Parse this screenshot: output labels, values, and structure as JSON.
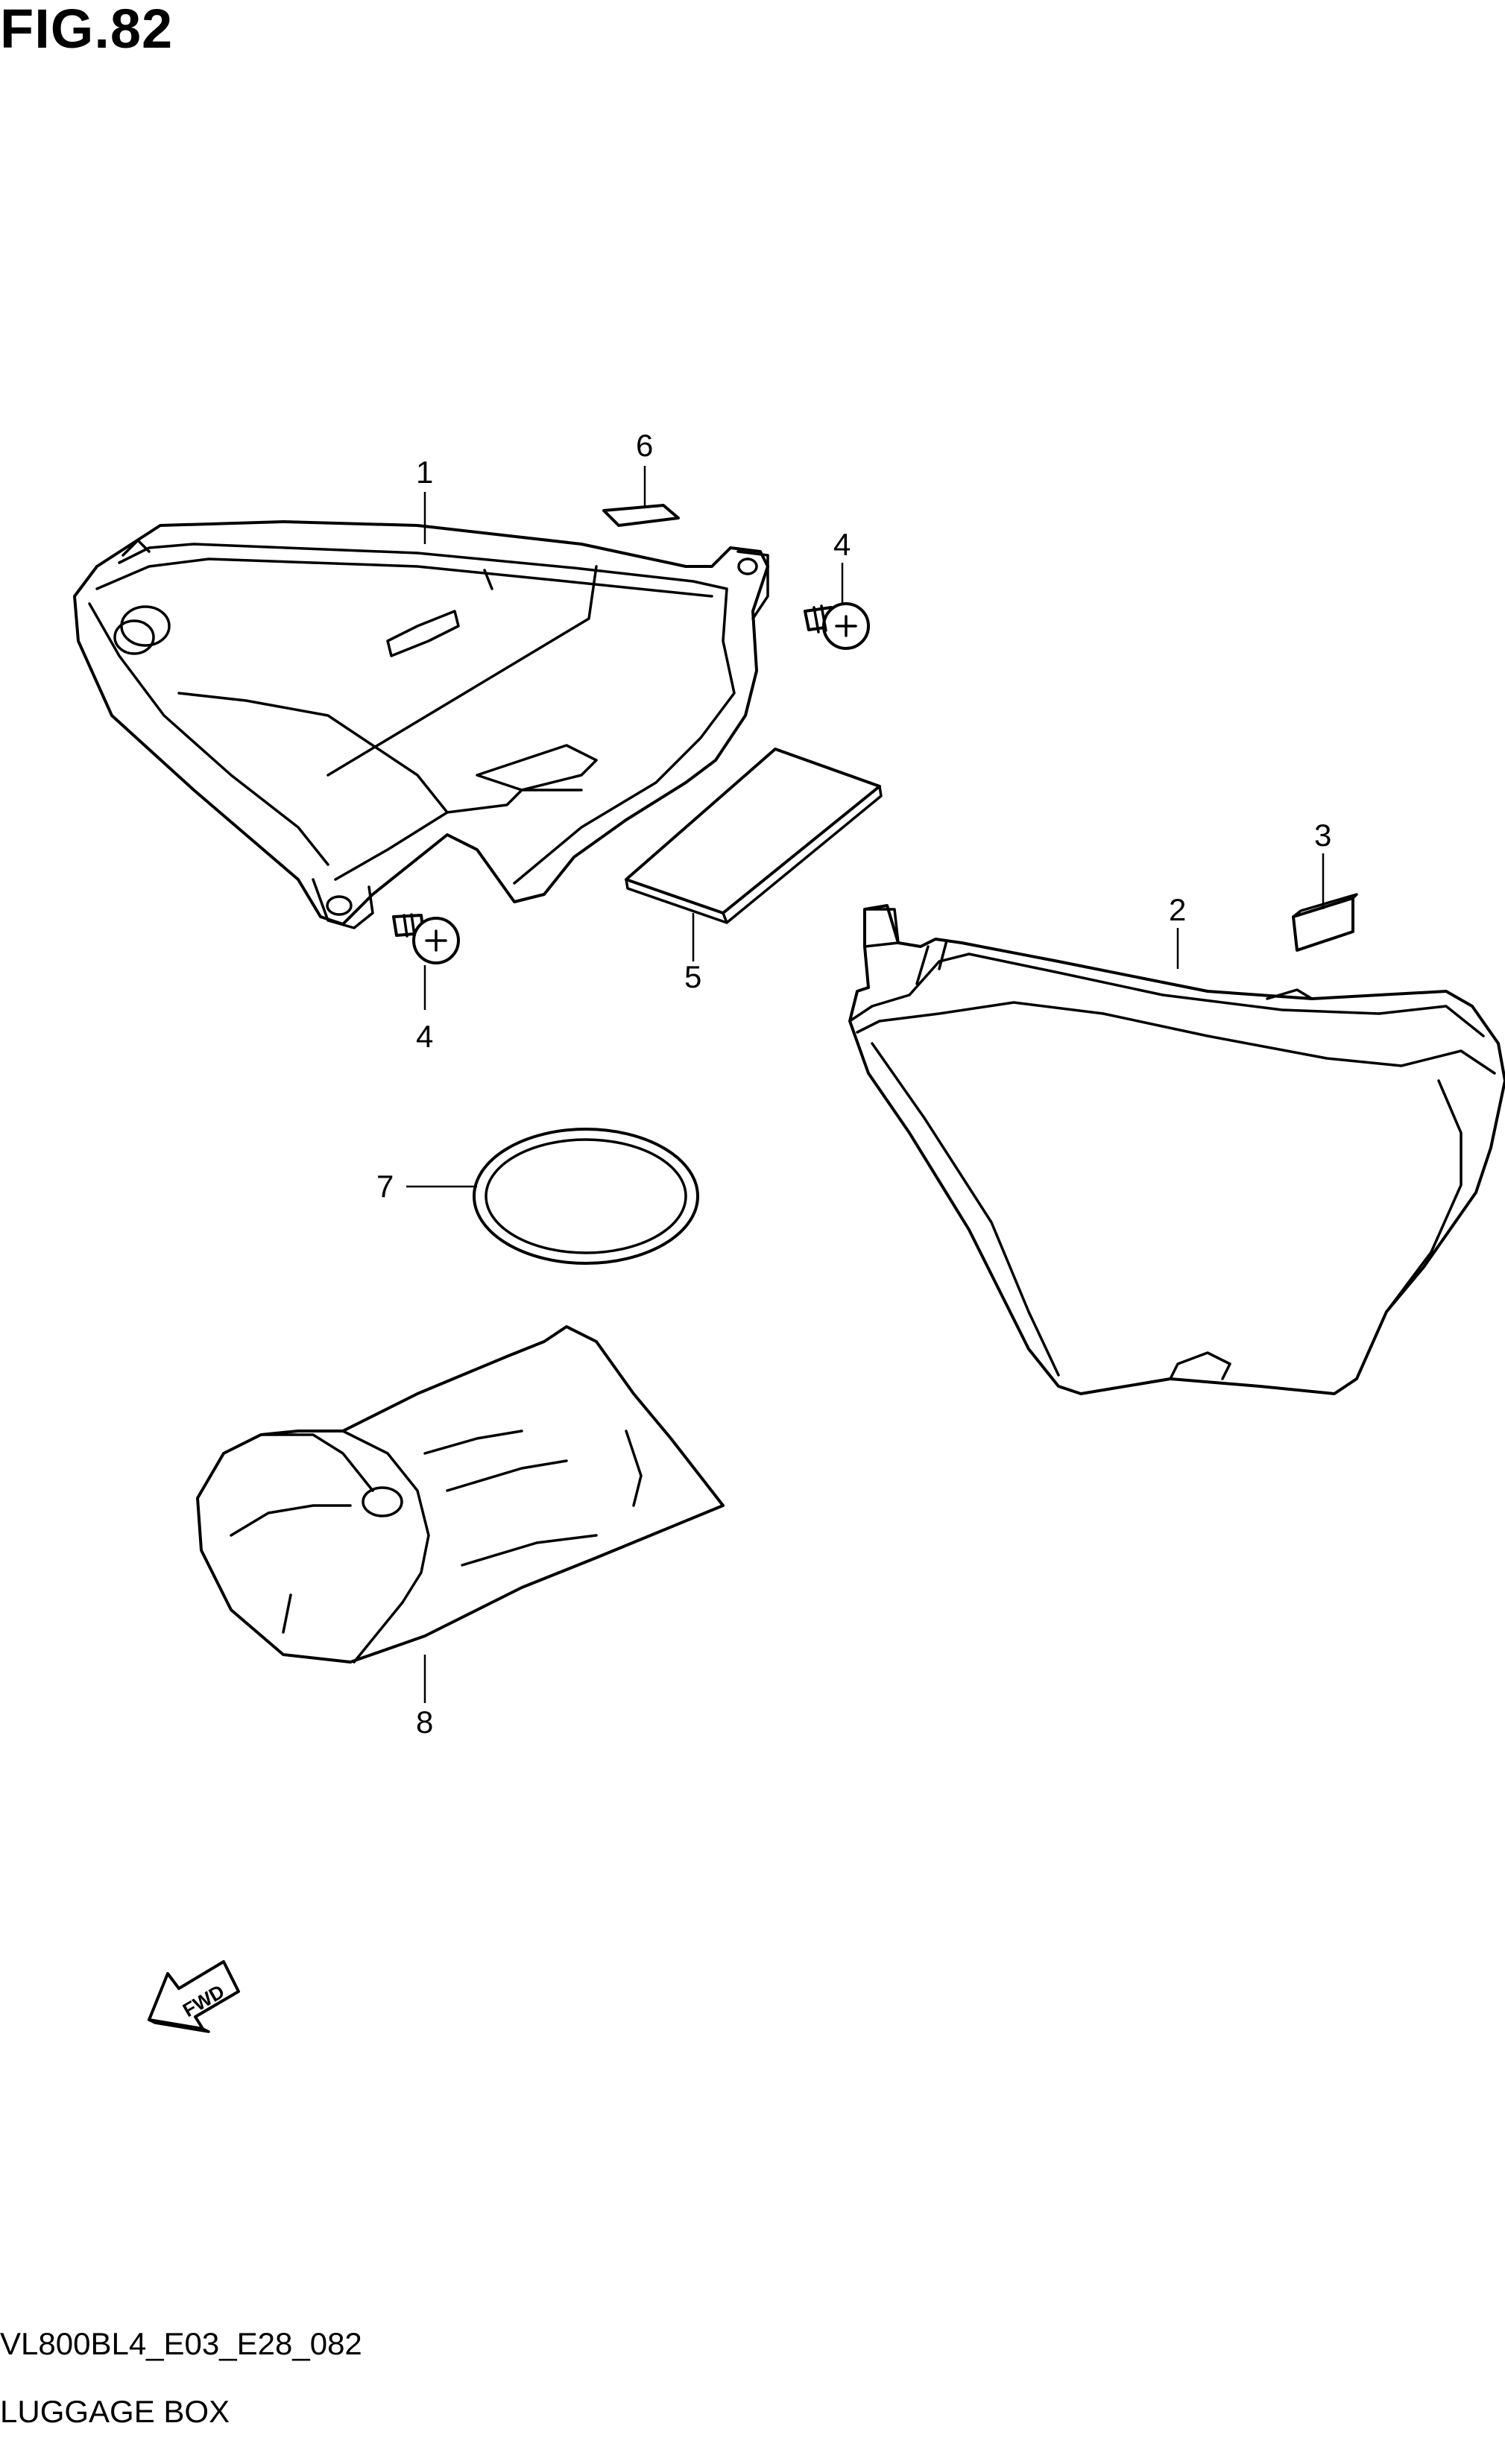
{
  "figure": {
    "title": "FIG.82",
    "model_code": "VL800BL4_E03_E28_082",
    "section_name": "LUGGAGE BOX"
  },
  "callouts": [
    "1",
    "2",
    "3",
    "4",
    "4",
    "5",
    "6",
    "7",
    "8"
  ],
  "direction_arrow": {
    "label": "FWD",
    "icon": "forward-arrow-icon"
  }
}
